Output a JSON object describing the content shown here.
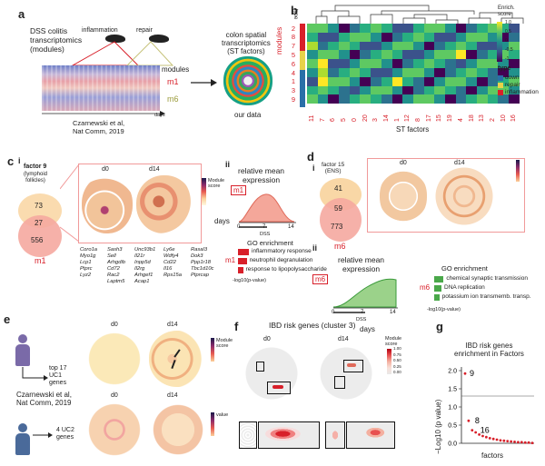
{
  "panel_letters": [
    "a",
    "b",
    "c",
    "d",
    "e",
    "f",
    "g"
  ],
  "a": {
    "dss_label": "DSS colitis\ntranscriptomics\n(modules)",
    "inflammation": "inflammation",
    "repair": "repair",
    "days": "days",
    "modules": "modules",
    "m1": "m1",
    "m6": "m6",
    "citation": "Czarnewski et al,\nNat Comm, 2019",
    "st_title": "colon spatial\ntranscriptomics\n(ST factors)",
    "our_data": "our data"
  },
  "b": {
    "xlabel": "ST factors",
    "ylabel": "modules",
    "corner_label": "type",
    "row_labels": [
      "2",
      "8",
      "7",
      "5",
      "6",
      "4",
      "1",
      "3",
      "9"
    ],
    "col_labels": [
      "11",
      "7",
      "6",
      "5",
      "0",
      "20",
      "3",
      "14",
      "1",
      "12",
      "8",
      "17",
      "15",
      "19",
      "4",
      "18",
      "13",
      "2",
      "10",
      "16"
    ],
    "legend_title": "Enrich.\nscore",
    "legend_ticks": [
      "1.0",
      "0.5",
      "0",
      "-0.5",
      "-1"
    ],
    "type_title": "type",
    "type_items": [
      "down",
      "repair",
      "inflammation"
    ],
    "type_colors": [
      "#2a6fa8",
      "#e8d24a",
      "#d8202a"
    ]
  },
  "c": {
    "i": "i",
    "ii": "ii",
    "factor": "factor 9",
    "factor_sub": "(lymphoid\nfollicles)",
    "venn_top": "73",
    "venn_mid": "27",
    "venn_bot": "556",
    "m1": "m1",
    "d0": "d0",
    "d14": "d14",
    "module_score": "Module\nscore",
    "expr_title": "relative mean\nexpression",
    "days": "days",
    "ticks": [
      "0",
      "7",
      "14"
    ],
    "dss": "DSS",
    "go_title": "GO enrichment",
    "go_items": [
      "inflammatory response",
      "neutrophil degranulation",
      "response to lipopolysaccharide"
    ],
    "go_values": [
      3.0,
      2.4,
      1.4
    ],
    "go_axis": "-log10(p-value)",
    "gene_cols": [
      "Coro1a\nMyo1g\nLcp1\nPtprc\nLyz2",
      "Sash3\nSell\nArhgdib\nCd72\nRac2\nLaptm5",
      "Unc93b1\nIl21r\nInpp5d\nIl2rg\nArhgef1\nAcap1",
      "Ly6e\nWdfy4\nCd22\nIl16\nRps15a",
      "Rasal3\nDok3\nPpp1r18\nTbc1d10c\nPtprcap"
    ]
  },
  "d": {
    "i": "i",
    "ii": "ii",
    "factor": "factor 15\n(ENS)",
    "venn_top": "41",
    "venn_mid": "59",
    "venn_bot": "773",
    "m6": "m6",
    "d0": "d0",
    "d14": "d14",
    "expr_title": "relative mean\nexpression",
    "days": "days",
    "ticks": [
      "0",
      "7",
      "14"
    ],
    "dss": "DSS",
    "go_title": "GO enrichment",
    "go_items": [
      "chemical synaptic transmission",
      "DNA replication",
      "potassium ion transmemb. transp."
    ],
    "go_values": [
      2.6,
      2.0,
      1.4
    ],
    "go_axis": "-log10(p-value)"
  },
  "e": {
    "top_genes": "top 17\nUC1\ngenes",
    "citation": "Czarnewski et al,\nNat Comm, 2019",
    "bottom_genes": "4 UC2\ngenes",
    "d0": "d0",
    "d14": "d14",
    "module_score": "Module\nscore",
    "value": "value"
  },
  "f": {
    "title": "IBD risk genes (cluster 3)",
    "d0": "d0",
    "d14": "d14",
    "module_score": "Module\nscore",
    "ticks": [
      "1.00",
      "0.75",
      "0.50",
      "0.25",
      "0.00"
    ]
  },
  "g": {
    "title": "IBD risk genes\nenrichment in Factors",
    "ylabel": "−Log10 (p value)",
    "xlabel": "factors",
    "yticks": [
      "2.0",
      "1.5",
      "1.0",
      "0.5",
      "0.0"
    ],
    "point_labels": [
      "9",
      "8",
      "16"
    ]
  },
  "chart_data": {
    "type": "scatter",
    "title": "IBD risk genes enrichment in Factors",
    "xlabel": "factors",
    "ylabel": "−Log10 (p value)",
    "ylim": [
      0,
      2.1
    ],
    "threshold": 1.3,
    "values": [
      1.92,
      0.62,
      0.36,
      0.3,
      0.24,
      0.2,
      0.17,
      0.14,
      0.12,
      0.1,
      0.08,
      0.07,
      0.06,
      0.05,
      0.04,
      0.03,
      0.03,
      0.02,
      0.02,
      0.01
    ],
    "labels": {
      "0": "9",
      "1": "8",
      "2": "16"
    }
  }
}
